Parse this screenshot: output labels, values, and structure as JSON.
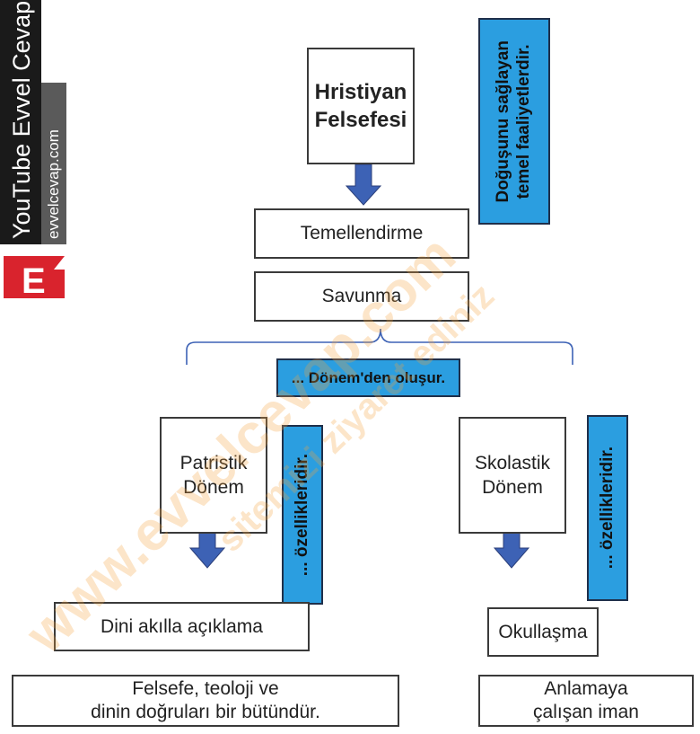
{
  "brand": {
    "channel": "YouTube Evvel Cevap",
    "site": "evvelcevap.com",
    "logo_letter": "E"
  },
  "watermark": {
    "line1": "www.evvelcevap.com",
    "line2": "sitemizi ziyaret ediniz"
  },
  "diagram": {
    "root": "Hristiyan\nFelsefesi",
    "side_note": "Doğuşunu sağlayan\ntemel faaliyetlerdir.",
    "activity1": "Temellendirme",
    "activity2": "Savunma",
    "period_label": "... Dönem'den oluşur.",
    "left": {
      "period": "Patristik\nDönem",
      "feature_label": "... özellikleridir.",
      "feature1": "Dini akılla açıklama",
      "feature2": "Felsefe, teoloji ve\ndinin doğruları bir bütündür."
    },
    "right": {
      "period": "Skolastik\nDönem",
      "feature_label": "... özellikleridir.",
      "feature1": "Okullaşma",
      "feature2": "Anlamaya\nçalışan iman"
    }
  },
  "colors": {
    "accent_blue": "#2b9ee0",
    "arrow_blue": "#3d62b5",
    "brand_red": "#d9232d",
    "brand_dark": "#3a3a3a"
  }
}
